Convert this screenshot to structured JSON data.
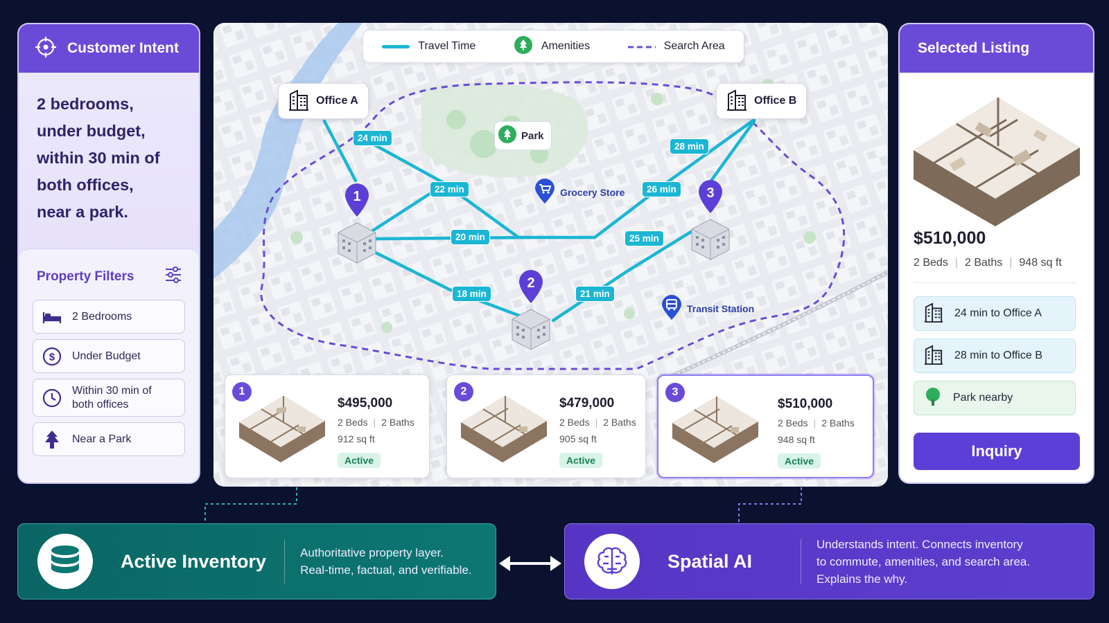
{
  "left_panel": {
    "title": "Customer Intent",
    "intent_lines": [
      "2 bedrooms,",
      "under budget,",
      "within 30 min of",
      "both offices,",
      "near a park."
    ],
    "filters_title": "Property Filters",
    "filters": [
      {
        "icon": "bed-icon",
        "label": "2 Bedrooms"
      },
      {
        "icon": "dollar-icon",
        "label": "Under Budget"
      },
      {
        "icon": "clock-icon",
        "label_line1": "Within 30 min of",
        "label_line2": "both offices"
      },
      {
        "icon": "tree-icon",
        "label": "Near a Park"
      }
    ]
  },
  "map": {
    "legend": {
      "travel_time": "Travel Time",
      "amenities": "Amenities",
      "search_area": "Search Area"
    },
    "offices": {
      "a": "Office A",
      "b": "Office B"
    },
    "pois": {
      "park": "Park",
      "grocery": "Grocery Store",
      "transit": "Transit Station"
    },
    "travel_badges": [
      "24 min",
      "22 min",
      "20 min",
      "18 min",
      "28 min",
      "26 min",
      "25 min",
      "21 min"
    ],
    "pins": [
      "1",
      "2",
      "3"
    ],
    "listings": [
      {
        "num": "1",
        "price": "$495,000",
        "beds": "2 Beds",
        "baths": "2 Baths",
        "sqft": "912 sq ft",
        "status": "Active"
      },
      {
        "num": "2",
        "price": "$479,000",
        "beds": "2 Beds",
        "baths": "2 Baths",
        "sqft": "905 sq ft",
        "status": "Active"
      },
      {
        "num": "3",
        "price": "$510,000",
        "beds": "2 Beds",
        "baths": "2 Baths",
        "sqft": "948 sq ft",
        "status": "Active"
      }
    ]
  },
  "right_panel": {
    "title": "Selected Listing",
    "price": "$510,000",
    "beds": "2 Beds",
    "baths": "2 Baths",
    "sqft": "948 sq ft",
    "chips": [
      "24 min to Office A",
      "28 min to Office B",
      "Park nearby"
    ],
    "inquiry": "Inquiry"
  },
  "bottom": {
    "inventory": {
      "title": "Active Inventory",
      "desc_line1": "Authoritative property layer.",
      "desc_line2": "Real-time, factual, and verifiable."
    },
    "ai": {
      "title": "Spatial AI",
      "desc_line1": "Understands intent. Connects inventory",
      "desc_line2": "to commute, amenities, and search area.",
      "desc_line3": "Explains the why."
    }
  },
  "colors": {
    "accent": "#6a4bd8",
    "route": "#1bb6d4",
    "teal": "#0d7773",
    "background": "#0b1230"
  }
}
